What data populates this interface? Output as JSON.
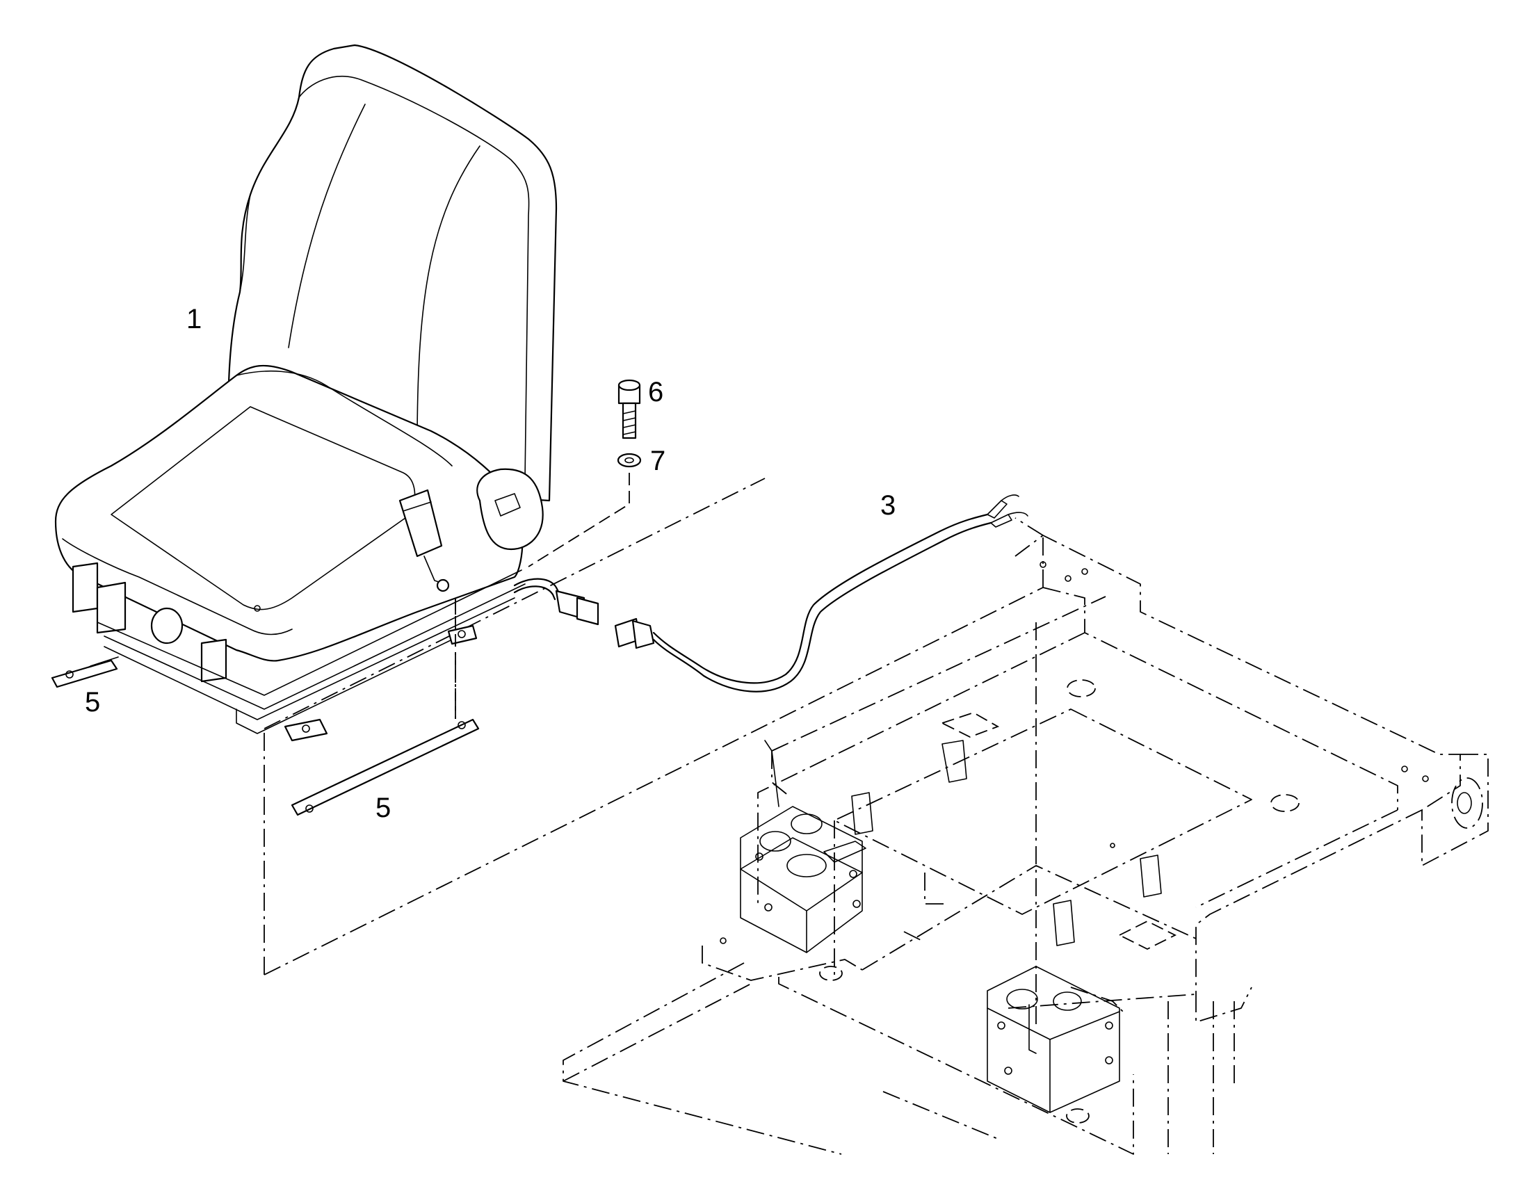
{
  "callouts": {
    "seat": "1",
    "harness": "3",
    "strap_left": "5",
    "strap_bottom": "5",
    "screw": "6",
    "washer": "7"
  }
}
